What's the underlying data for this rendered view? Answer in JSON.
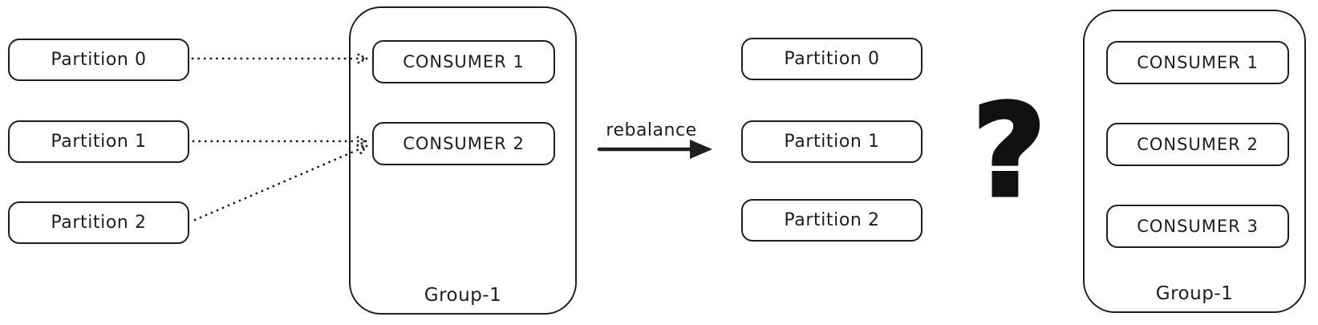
{
  "colors": {
    "stroke": "#1e1e1e",
    "background": "#ffffff"
  },
  "before": {
    "partitions": [
      {
        "label": "Partition 0"
      },
      {
        "label": "Partition 1"
      },
      {
        "label": "Partition 2"
      }
    ],
    "group": {
      "label": "Group-1",
      "consumers": [
        {
          "label": "CONSUMER 1"
        },
        {
          "label": "CONSUMER 2"
        }
      ]
    }
  },
  "transition": {
    "arrow_label": "rebalance",
    "question_mark": "?"
  },
  "after": {
    "partitions": [
      {
        "label": "Partition 0"
      },
      {
        "label": "Partition 1"
      },
      {
        "label": "Partition 2"
      }
    ],
    "group": {
      "label": "Group-1",
      "consumers": [
        {
          "label": "CONSUMER 1"
        },
        {
          "label": "CONSUMER 2"
        },
        {
          "label": "CONSUMER 3"
        }
      ]
    }
  },
  "connections": [
    {
      "from": "Partition 0",
      "to": "CONSUMER 1",
      "style": "dotted-arrow"
    },
    {
      "from": "Partition 1",
      "to": "CONSUMER 2",
      "style": "dotted-arrow"
    },
    {
      "from": "Partition 2",
      "to": "CONSUMER 2",
      "style": "dotted-arrow"
    }
  ]
}
